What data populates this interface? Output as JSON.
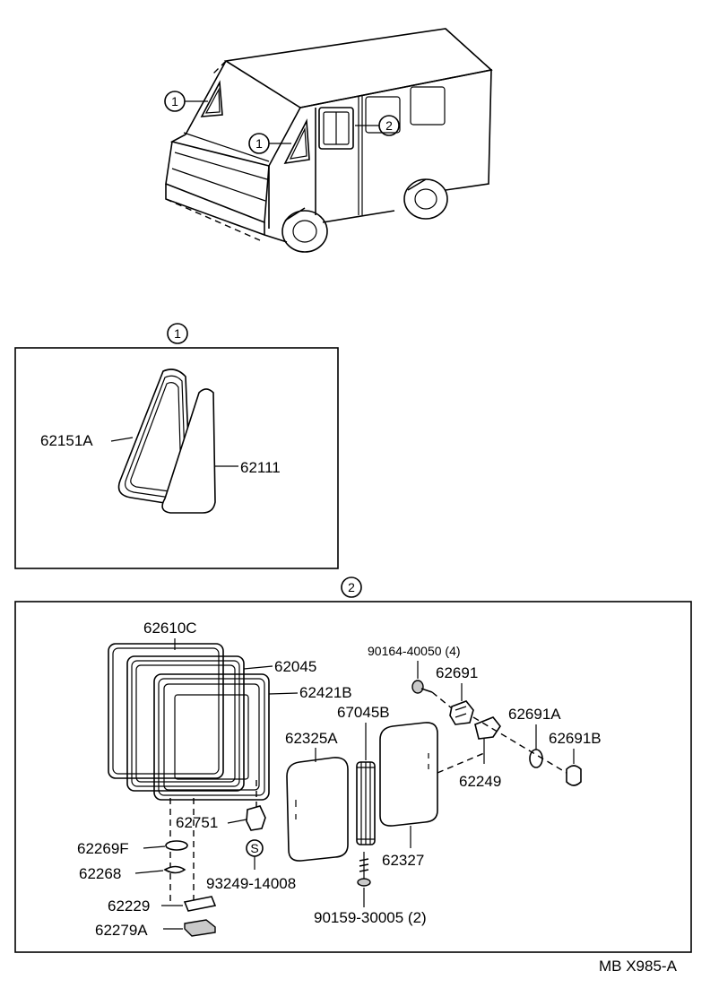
{
  "diagram": {
    "callout_1": "1",
    "callout_2": "2",
    "section_1": {
      "number": "1",
      "labels": {
        "p62151A": "62151A",
        "p62111": "62111"
      }
    },
    "section_2": {
      "number": "2",
      "labels": {
        "p62610C": "62610C",
        "p62045": "62045",
        "p62421B": "62421B",
        "p67045B": "67045B",
        "p62325A": "62325A",
        "p90164": "90164-40050 (4)",
        "p62691": "62691",
        "p62691A": "62691A",
        "p62691B": "62691B",
        "p62249": "62249",
        "p62751": "62751",
        "p62269F": "62269F",
        "p62268": "62268",
        "p93249": "93249-14008",
        "p62327": "62327",
        "p62229": "62229",
        "p62279A": "62279A",
        "p90159": "90159-30005 (2)",
        "s_mark": "S"
      }
    },
    "footer_code": "MB  X985-A"
  }
}
